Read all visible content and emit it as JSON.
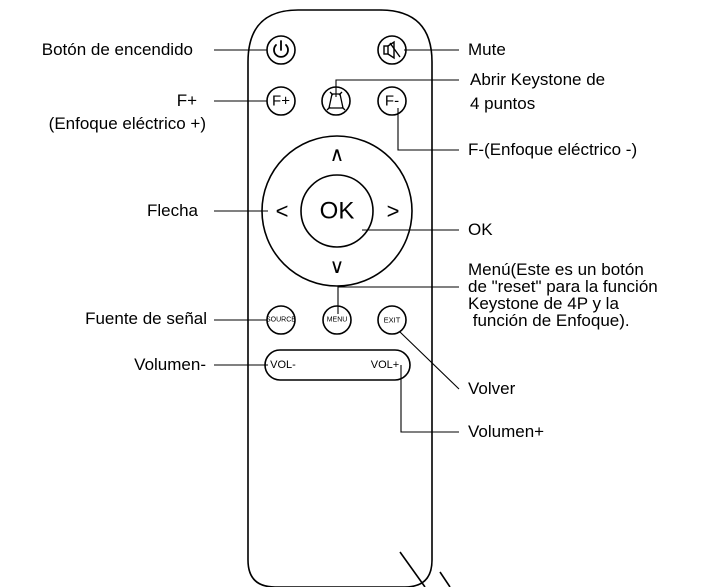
{
  "labels": {
    "power": "Botón de encendido",
    "mute": "Mute",
    "keystone": [
      "Abrir Keystone de",
      "4 puntos"
    ],
    "f_plus": [
      "F+",
      "(Enfoque eléctrico +)"
    ],
    "f_minus": "F-(Enfoque eléctrico -)",
    "arrow": "Flecha",
    "ok": "OK",
    "menu": [
      "Menú(Este es un botón",
      "de \"reset\" para la función",
      "Keystone de 4P y la",
      " función de Enfoque)."
    ],
    "source": "Fuente de señal",
    "back": "Volver",
    "vol_minus": "Volumen-",
    "vol_plus": "Volumen+"
  },
  "buttons": {
    "f_plus": "F+",
    "f_minus": "F-",
    "ok": "OK",
    "up": "∧",
    "down": "∨",
    "left": "<",
    "right": ">",
    "source": "SOURCE",
    "menu": "MENU",
    "exit": "EXIT",
    "vol_minus": "VOL-",
    "vol_plus": "VOL+"
  },
  "icons": {
    "power": "power-icon",
    "mute": "speaker-mute-icon",
    "keystone": "keystone-trapezoid-icon"
  },
  "colors": {
    "line": "#000000",
    "background": "#ffffff"
  }
}
